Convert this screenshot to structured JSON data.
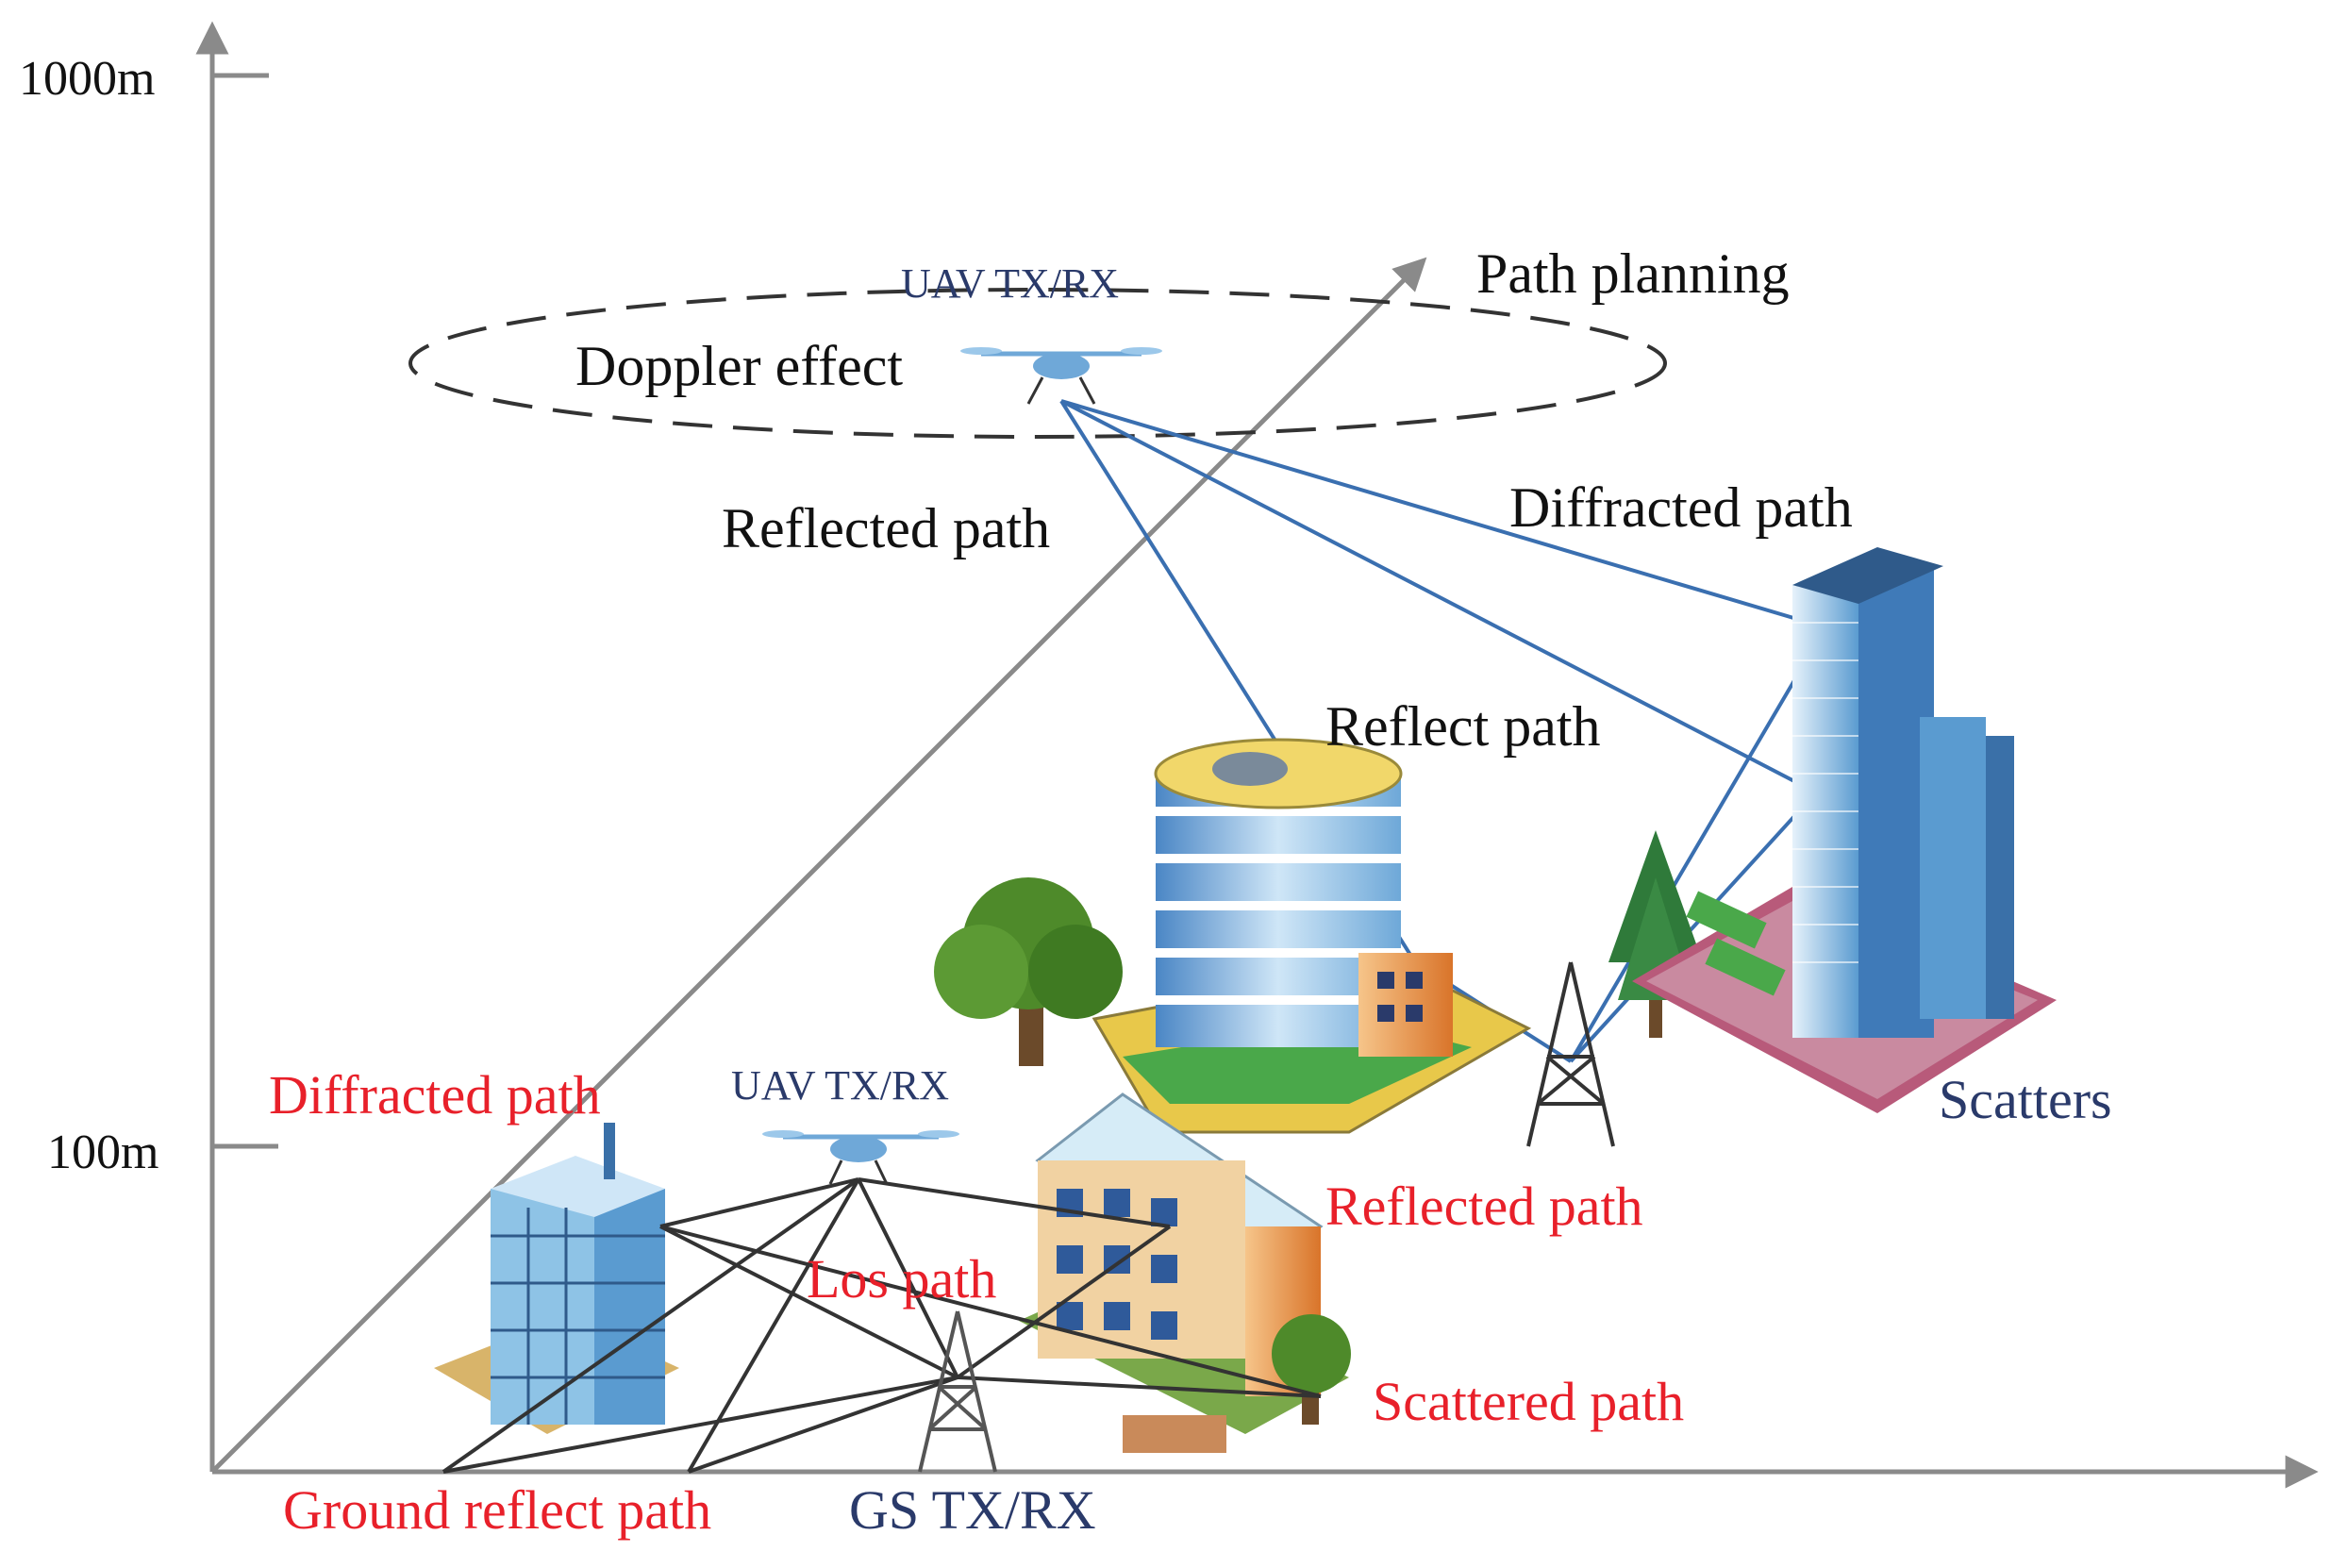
{
  "axes": {
    "y_top_tick": "1000m",
    "y_low_tick": "100m"
  },
  "labels": {
    "uav_top": "UAV  TX/RX",
    "doppler": "Doppler effect",
    "path_planning": "Path planning",
    "reflected_path_top": "Reflected path",
    "diffracted_path_top": "Diffracted path",
    "reflect_path": "Reflect path",
    "scatters": "Scatters",
    "uav_low": "UAV  TX/RX",
    "diffracted_path_low": "Diffracted path",
    "reflected_path_low": "Reflected path",
    "los_path": "Los path",
    "scattered_path": "Scattered path",
    "ground_reflect_path": "Ground reflect path",
    "gs": "GS TX/RX"
  },
  "colors": {
    "axis": "#8a8a8a",
    "red_label": "#e8202a",
    "navy_label": "#2a3a6a",
    "blue_path": "#3a6fb0",
    "dark_path": "#333333"
  }
}
